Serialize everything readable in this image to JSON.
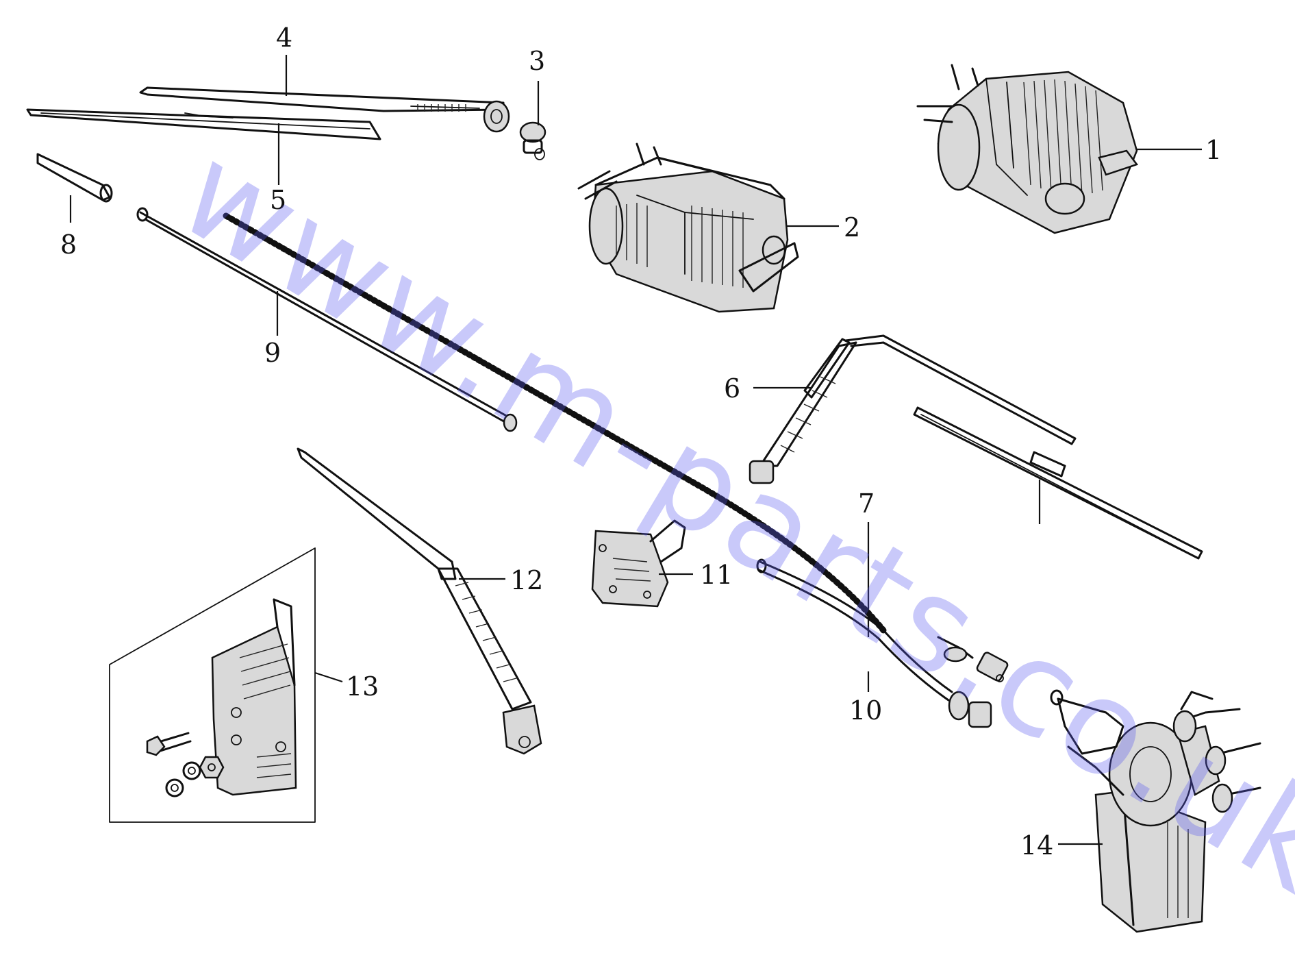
{
  "diagram": {
    "callouts": [
      {
        "id": "1",
        "label": "1"
      },
      {
        "id": "2",
        "label": "2"
      },
      {
        "id": "3",
        "label": "3"
      },
      {
        "id": "4",
        "label": "4"
      },
      {
        "id": "5",
        "label": "5"
      },
      {
        "id": "6",
        "label": "6"
      },
      {
        "id": "7",
        "label": "7"
      },
      {
        "id": "8",
        "label": "8"
      },
      {
        "id": "9",
        "label": "9"
      },
      {
        "id": "10",
        "label": "10"
      },
      {
        "id": "11",
        "label": "11"
      },
      {
        "id": "12",
        "label": "12"
      },
      {
        "id": "13",
        "label": "13"
      },
      {
        "id": "14",
        "label": "14"
      }
    ],
    "watermark": "www.m-parts.co.uk"
  },
  "colors": {
    "ink": "#111111",
    "paper": "#ffffff",
    "watermark": "#5a5af0"
  }
}
